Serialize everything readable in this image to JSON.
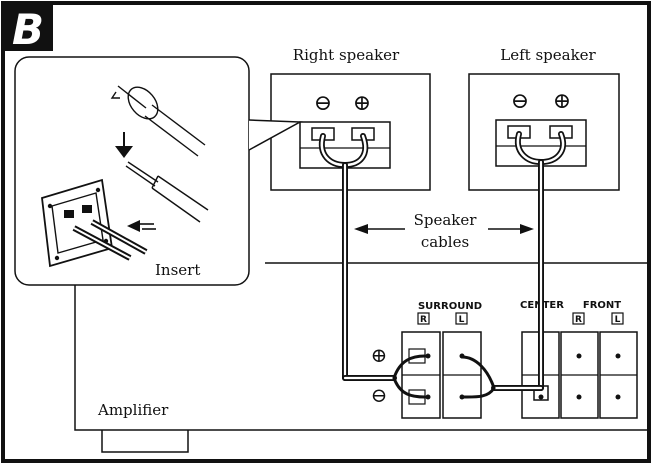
{
  "panel_letter": "B",
  "right_speaker": {
    "title": "Right speaker",
    "minus_symbol": "⊖",
    "plus_symbol": "⊕"
  },
  "left_speaker": {
    "title": "Left speaker",
    "minus_symbol": "⊖",
    "plus_symbol": "⊕"
  },
  "cables_label": {
    "line1": "Speaker",
    "line2": "cables"
  },
  "inset": {
    "insert_label": "Insert"
  },
  "amplifier": {
    "label": "Amplifier",
    "plus_symbol": "⊕",
    "minus_symbol": "⊖",
    "surround_label": "SURROUND",
    "center_label": "CENTER",
    "front_label": "FRONT",
    "channel_r": "R",
    "channel_l": "L"
  },
  "colors": {
    "line": "#111111",
    "background": "#ffffff"
  }
}
